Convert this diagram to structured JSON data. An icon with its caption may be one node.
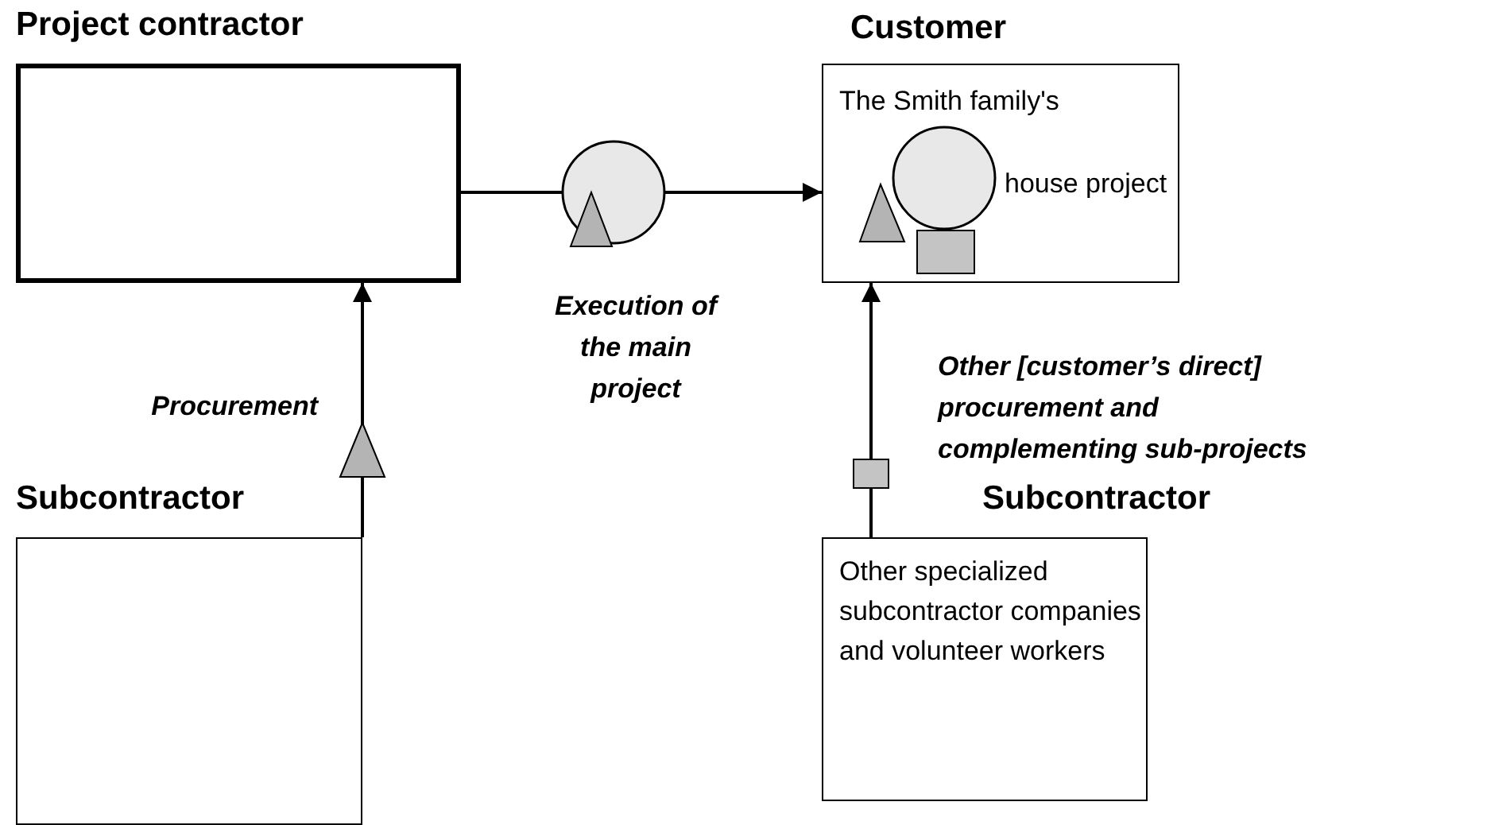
{
  "diagram": {
    "nodes": [
      {
        "text": [
          "Project contractor"
        ]
      },
      {
        "text": [
          "Customer",
          "The Smith family's",
          "house project"
        ]
      },
      {
        "text": [
          "Subcontractor"
        ]
      },
      {
        "text": [
          "Subcontractor",
          "Other specialized subcontractor companies and volunteer workers"
        ]
      }
    ],
    "edges": [
      {
        "from": 0,
        "to": 1,
        "arrow": "to"
      },
      {
        "from": 2,
        "to": 0,
        "arrow": "to"
      },
      {
        "from": 3,
        "to": 1,
        "arrow": "to"
      }
    ],
    "labels": [
      "Execution of the main project",
      "Procurement",
      "Other [customer’s direct] procurement and complementing sub-projects"
    ]
  }
}
